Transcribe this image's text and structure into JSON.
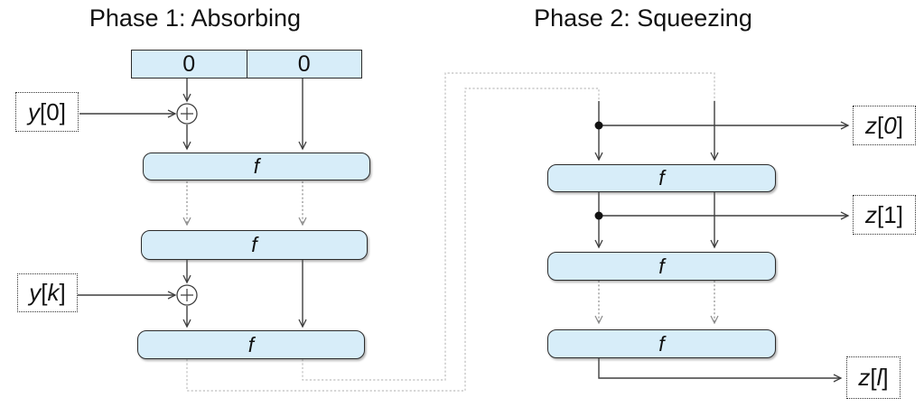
{
  "titles": {
    "phase1": "Phase 1: Absorbing",
    "phase2": "Phase 2: Squeezing"
  },
  "state_register": {
    "cells": [
      "0",
      "0"
    ]
  },
  "f_label": "f",
  "io": {
    "y0": [
      {
        "text": "y",
        "italic": true
      },
      {
        "text": "[0]",
        "italic": false
      }
    ],
    "yk": [
      {
        "text": "y",
        "italic": true
      },
      {
        "text": "[",
        "italic": false
      },
      {
        "text": "k",
        "italic": true
      },
      {
        "text": "]",
        "italic": false
      }
    ],
    "z0": [
      {
        "text": "z",
        "italic": true
      },
      {
        "text": "[",
        "italic": false
      },
      {
        "text": "0",
        "italic": true
      },
      {
        "text": "]",
        "italic": false
      }
    ],
    "z1": [
      {
        "text": "z",
        "italic": true
      },
      {
        "text": "[1]",
        "italic": false
      }
    ],
    "zl": [
      {
        "text": "z",
        "italic": true
      },
      {
        "text": "[",
        "italic": false
      },
      {
        "text": "l",
        "italic": true
      },
      {
        "text": "]",
        "italic": false
      }
    ]
  },
  "colors": {
    "box_fill": "#d7edf9",
    "box_border": "#2b2b2b",
    "arrow": "#3f3f3f",
    "connector": "#bdbdbd",
    "gray_arrow": "#8a8a8a",
    "label_border": "#333333"
  }
}
